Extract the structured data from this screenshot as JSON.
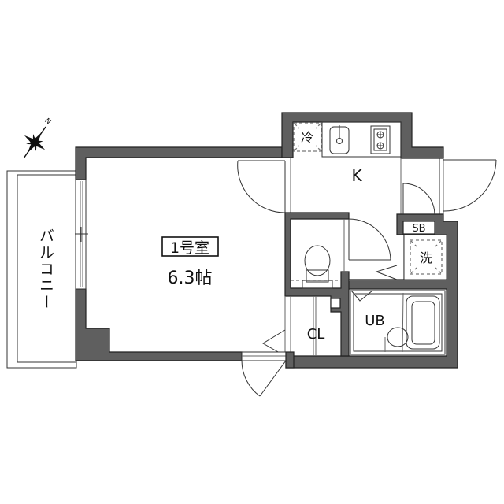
{
  "floor_plan": {
    "compass": {
      "label": "N",
      "icon": "compass-rose-icon"
    },
    "rooms": {
      "main_room": {
        "name": "1号室",
        "size": "6.3帖"
      },
      "kitchen": {
        "label": "K"
      },
      "balcony": {
        "label": "バルコニー"
      },
      "closet": {
        "label": "CL"
      },
      "unit_bath": {
        "label": "UB"
      },
      "shoe_box": {
        "label": "SB"
      },
      "fridge_space": {
        "label": "冷"
      },
      "washer_space": {
        "label": "洗"
      }
    },
    "colors": {
      "wall": "#5f5f5f",
      "line": "#333333",
      "background": "#ffffff"
    }
  }
}
